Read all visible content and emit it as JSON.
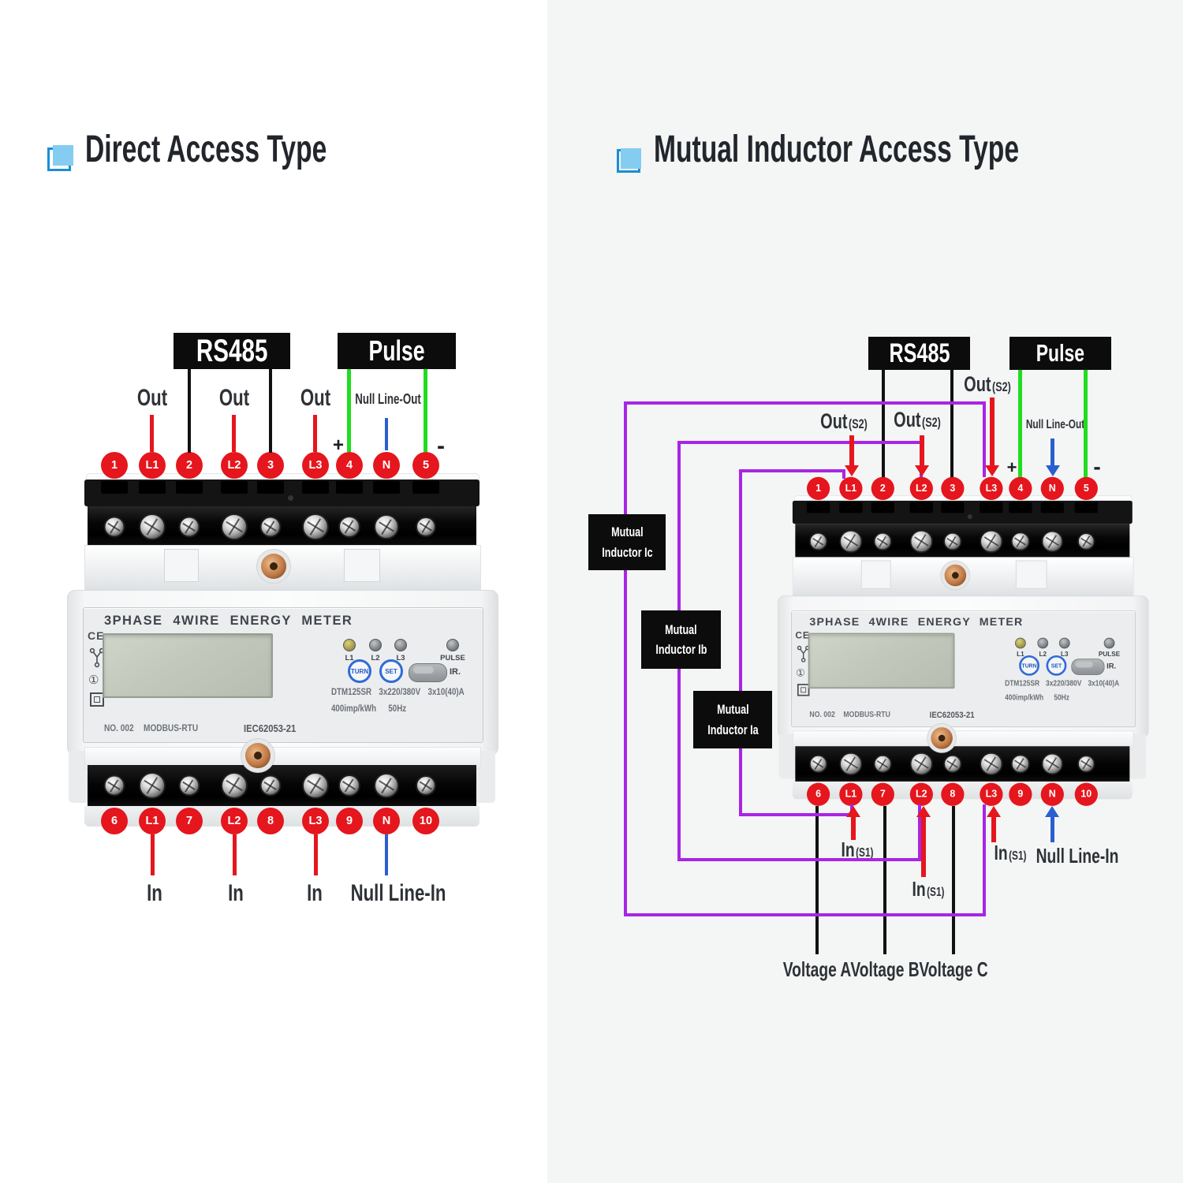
{
  "left_panel": {
    "title": "Direct Access Type",
    "rs485_label": "RS485",
    "pulse_label": "Pulse",
    "out_label": "Out",
    "null_line_out": "Null Line-Out",
    "plus": "+",
    "minus": "-",
    "in_label": "In",
    "null_line_in": "Null Line-In"
  },
  "right_panel": {
    "title": "Mutual Inductor Access Type",
    "rs485_label": "RS485",
    "pulse_label": "Pulse",
    "out_s2_main": "Out",
    "out_s2_sub": "(S2)",
    "null_line_out": "Null Line-Out",
    "plus": "+",
    "minus": "-",
    "inductors": [
      {
        "line1": "Mutual",
        "line2": "Inductor Ic"
      },
      {
        "line1": "Mutual",
        "line2": "Inductor Ib"
      },
      {
        "line1": "Mutual",
        "line2": "Inductor Ia"
      }
    ],
    "in_s1_main": "In",
    "in_s1_sub": "(S1)",
    "null_line_in": "Null Line-In",
    "voltage_labels": [
      "Voltage A",
      "Voltage B",
      "Voltage C"
    ]
  },
  "meter": {
    "heading": "3PHASE 4WIRE ENERGY METER",
    "ce_mark": "CE",
    "circled_one": "①",
    "terminals_top": [
      "1",
      "L1",
      "2",
      "L2",
      "3",
      "L3",
      "4",
      "N",
      "5"
    ],
    "terminals_bottom": [
      "6",
      "L1",
      "7",
      "L2",
      "8",
      "L3",
      "9",
      "N",
      "10"
    ],
    "led_labels": [
      "L1",
      "L2",
      "L3"
    ],
    "pulse_led_label": "PULSE",
    "turn_button": "TURN",
    "set_button": "SET",
    "ir_label": "IR.",
    "model": "DTM125SR",
    "voltage_rating": "3x220/380V",
    "current_rating": "3x10(40)A",
    "impulse_rating": "400imp/kWh",
    "frequency": "50Hz",
    "serial_no": "NO. 002",
    "protocol": "MODBUS-RTU",
    "standard": "IEC62053-21"
  },
  "colors": {
    "badge_red": "#e5161d",
    "wire_red": "#e5161d",
    "wire_green": "#1fdd1f",
    "wire_blue": "#2b5fd0",
    "wire_purple": "#a825e5",
    "wire_black": "#111111",
    "label_box_black": "#0c0c0c",
    "title_icon_fill": "#85ccf1",
    "title_icon_outline": "#1a8ed3",
    "right_panel_bg": "#f4f5f5"
  }
}
